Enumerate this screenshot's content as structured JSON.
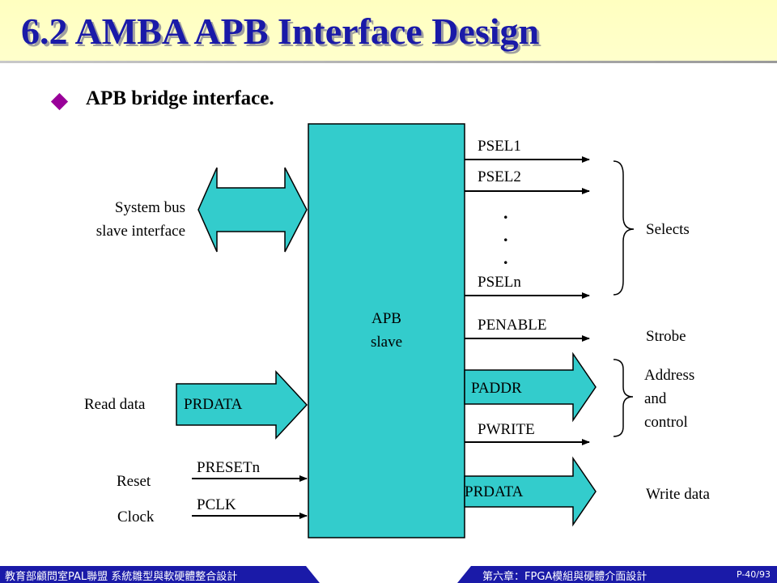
{
  "slide": {
    "title": "6.2 AMBA APB Interface Design",
    "bullet": "APB bridge interface."
  },
  "diagram": {
    "block_label_line1": "APB",
    "block_label_line2": "slave",
    "left": {
      "system_bus_line1": "System bus",
      "system_bus_line2": "slave interface",
      "read_data": "Read data",
      "read_data_arrow": "PRDATA",
      "reset": "Reset",
      "clock": "Clock",
      "presetn": "PRESETn",
      "pclk": "PCLK"
    },
    "right": {
      "psel1": "PSEL1",
      "psel2": "PSEL2",
      "dots": [
        ".",
        ".",
        "."
      ],
      "pseln": "PSELn",
      "penable": "PENABLE",
      "paddr": "PADDR",
      "pwrite": "PWRITE",
      "prdata": "PRDATA"
    },
    "groups": {
      "selects": "Selects",
      "strobe": "Strobe",
      "address_line1": "Address",
      "address_line2": "and",
      "address_line3": "control",
      "write_data": "Write data"
    },
    "colors": {
      "block_fill": "#33cccc",
      "title_color": "#1a1aa8",
      "bullet_color": "#990099",
      "footer_bg": "#1a1aa8"
    }
  },
  "footer": {
    "left": "教育部顧問室PAL聯盟 系統雛型與軟硬體整合設計",
    "right": "第六章：FPGA模組與硬體介面設計",
    "page": "P-40/93"
  }
}
